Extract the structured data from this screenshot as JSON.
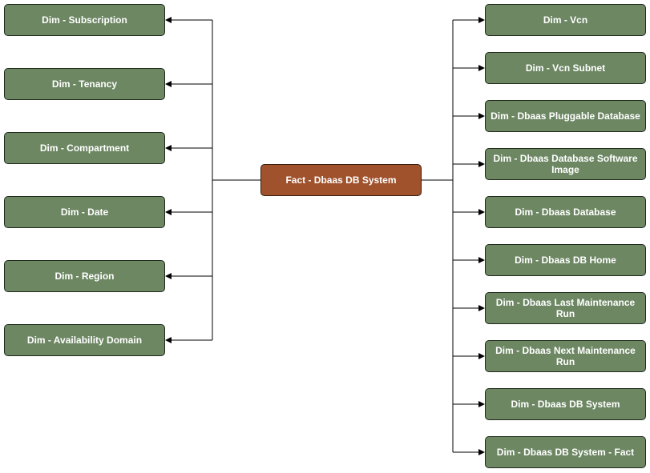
{
  "fact": {
    "label": "Fact - Dbaas DB System",
    "color": "#a0522d"
  },
  "dimension_color": "#6d8763",
  "left_dimensions": [
    {
      "label": "Dim - Subscription"
    },
    {
      "label": "Dim - Tenancy"
    },
    {
      "label": "Dim - Compartment"
    },
    {
      "label": "Dim - Date"
    },
    {
      "label": "Dim - Region"
    },
    {
      "label": "Dim - Availability Domain"
    }
  ],
  "right_dimensions": [
    {
      "label": "Dim - Vcn"
    },
    {
      "label": "Dim - Vcn Subnet"
    },
    {
      "label": "Dim - Dbaas Pluggable Database"
    },
    {
      "label": "Dim - Dbaas Database Software Image"
    },
    {
      "label": "Dim - Dbaas Database"
    },
    {
      "label": "Dim - Dbaas DB Home"
    },
    {
      "label": "Dim - Dbaas Last Maintenance Run"
    },
    {
      "label": "Dim - Dbaas Next Maintenance Run"
    },
    {
      "label": "Dim - Dbaas DB System"
    },
    {
      "label": "Dim - Dbaas DB System - Fact"
    }
  ]
}
